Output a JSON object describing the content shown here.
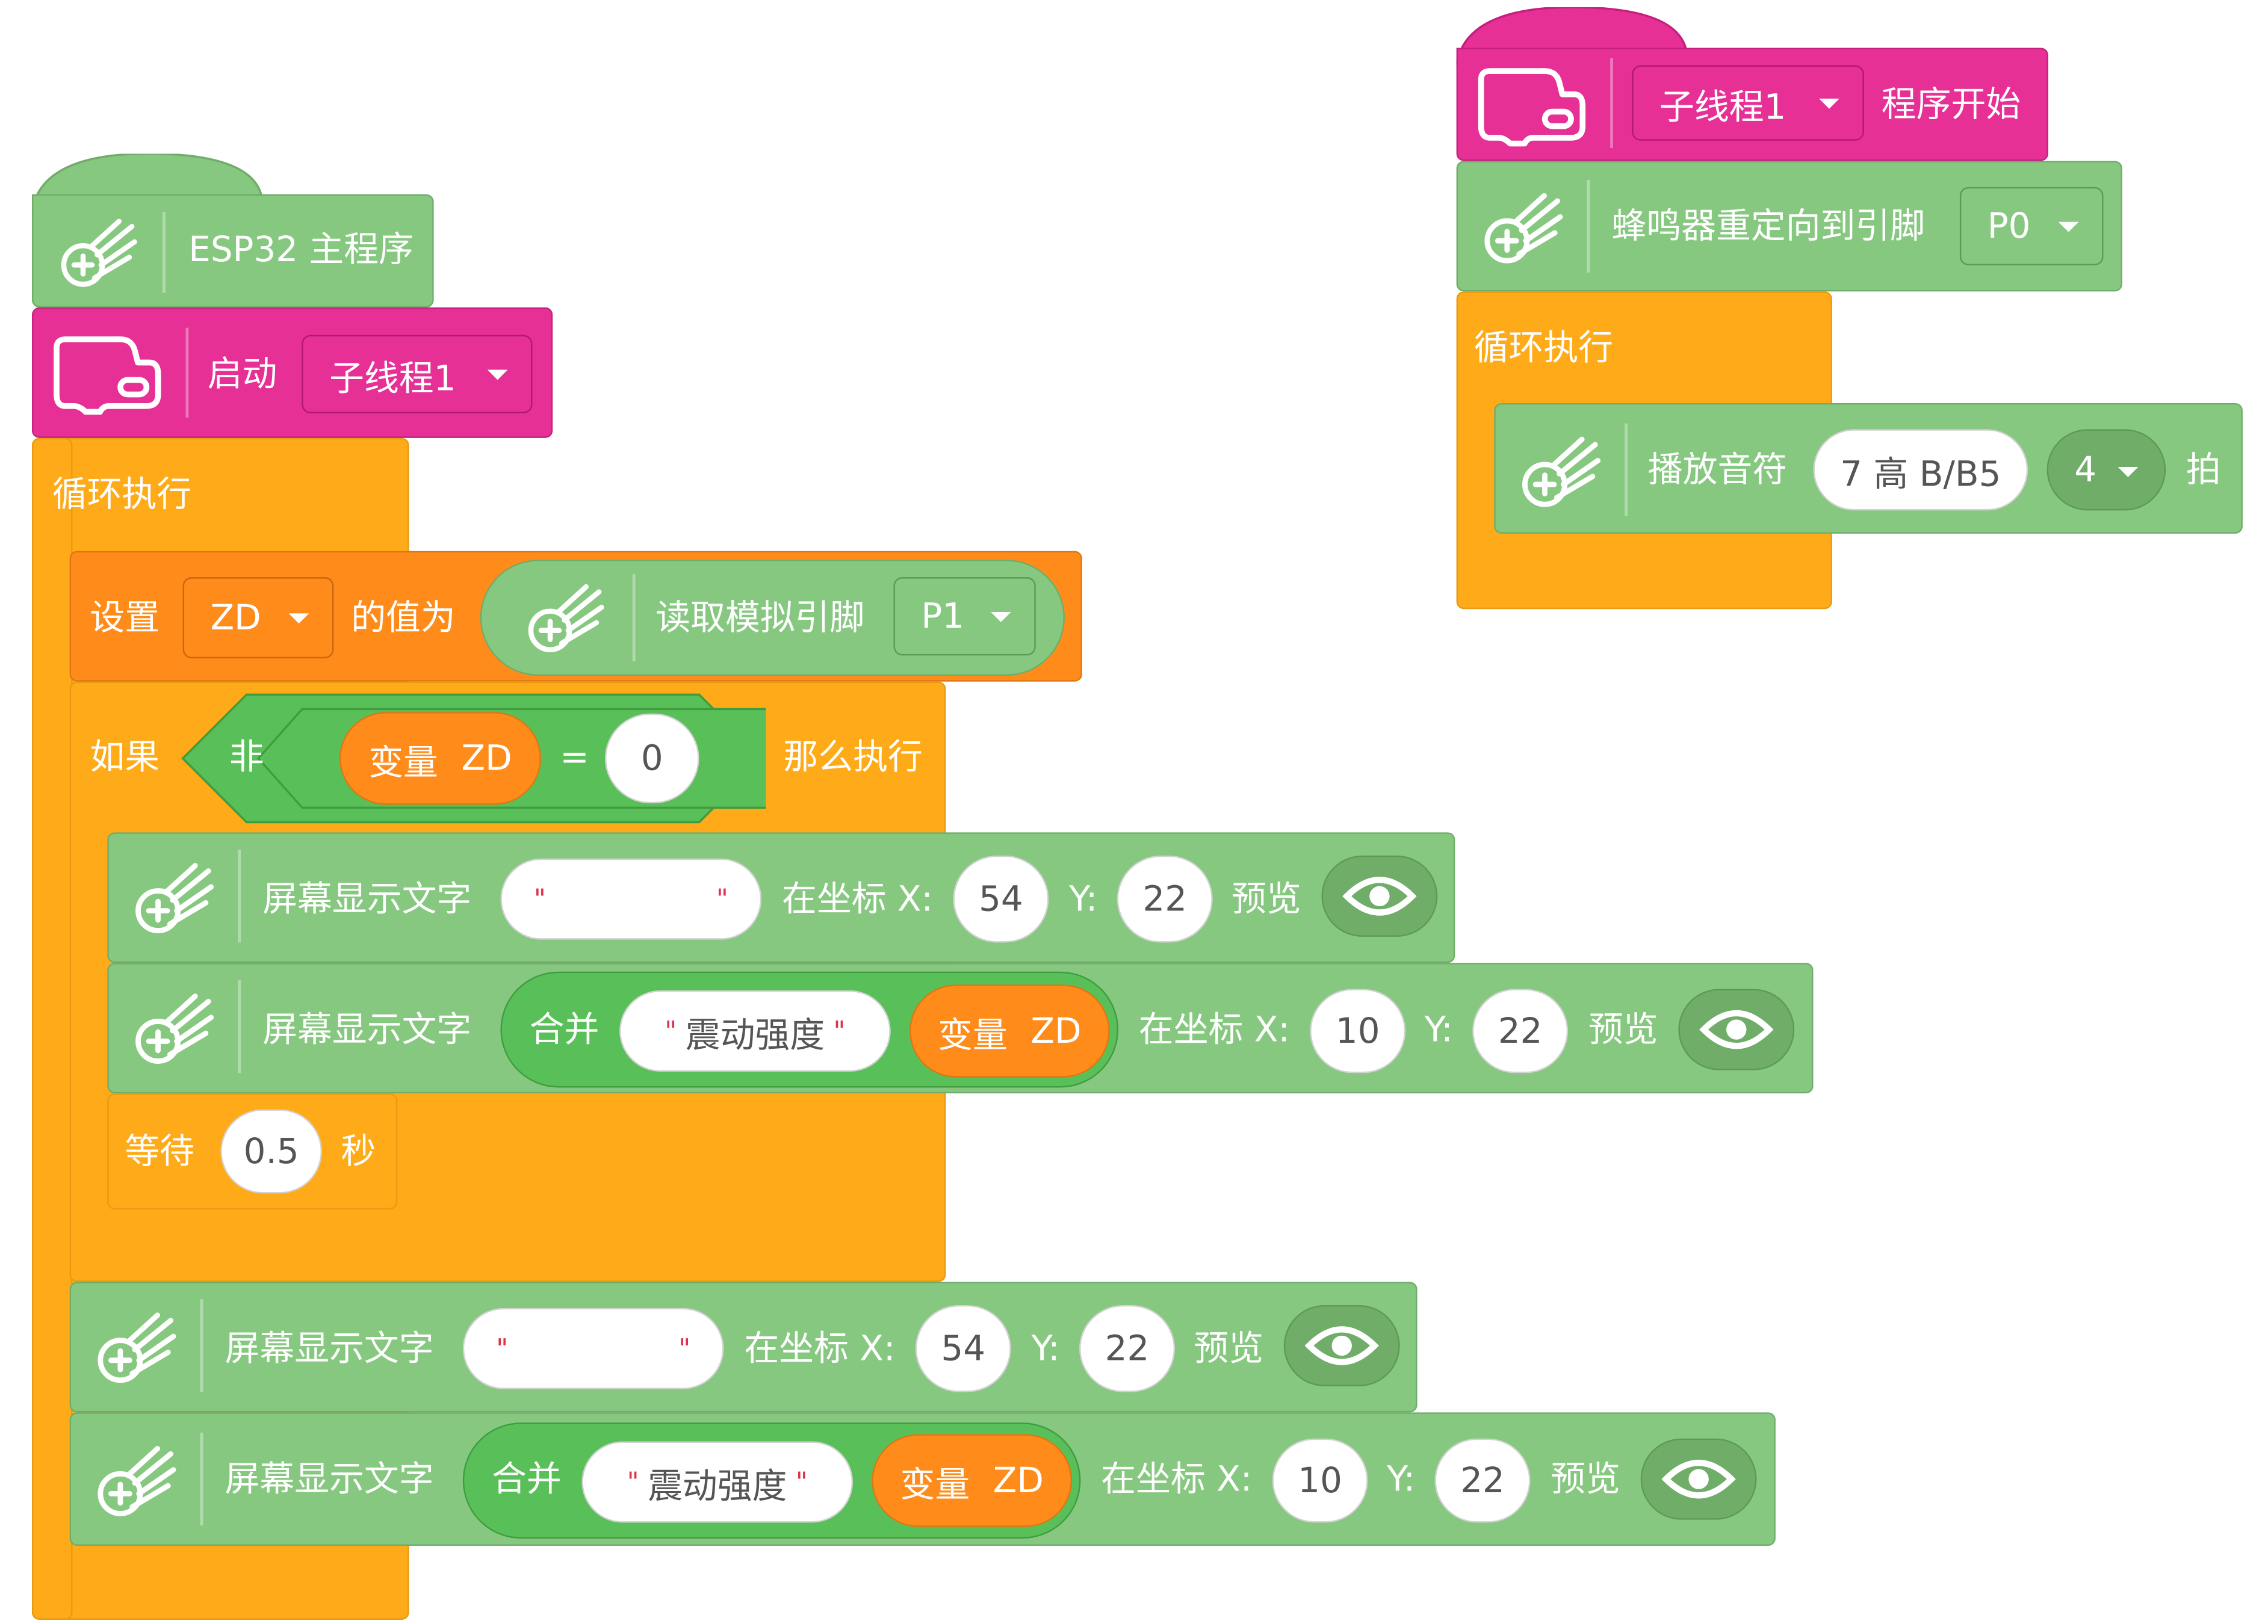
{
  "main_program": {
    "hat_label": "ESP32 主程序",
    "start_label": "启动",
    "start_thread": "子线程1",
    "loop_label": "循环执行",
    "set_label": "设置",
    "set_var": "ZD",
    "set_to_label": "的值为",
    "analog_read_label": "读取模拟引脚",
    "analog_pin": "P1",
    "if_label": "如果",
    "not_label": "非",
    "var_word": "变量",
    "var_name": "ZD",
    "eq_op": "=",
    "eq_value": "0",
    "then_label": "那么执行",
    "display_label": "屏幕显示文字",
    "at_coord_label": "在坐标 X:",
    "y_label": "Y:",
    "preview_label": "预览",
    "blank_x": "54",
    "blank_y": "22",
    "merge_label": "合并",
    "merge_text": "震动强度",
    "merge_x": "10",
    "merge_y": "22",
    "wait_label": "等待",
    "wait_value": "0.5",
    "seconds_label": "秒",
    "quote_mark": "\""
  },
  "sub_thread": {
    "thread_name": "子线程1",
    "program_start_label": "程序开始",
    "buzzer_label": "蜂鸣器重定向到引脚",
    "buzzer_pin": "P0",
    "loop_label": "循环执行",
    "play_label": "播放音符",
    "note": "7 高 B/B5",
    "beats": "4",
    "beat_label": "拍"
  },
  "colors": {
    "extension_green": "#87c881",
    "thread_magenta": "#e63096",
    "control_orange": "#ffab19",
    "variable_orange": "#ff8c1a",
    "operator_green": "#59c059"
  },
  "icons": [
    "meteor-extension-icon",
    "thread-controller-icon",
    "eye-icon",
    "dropdown-arrow-icon"
  ]
}
